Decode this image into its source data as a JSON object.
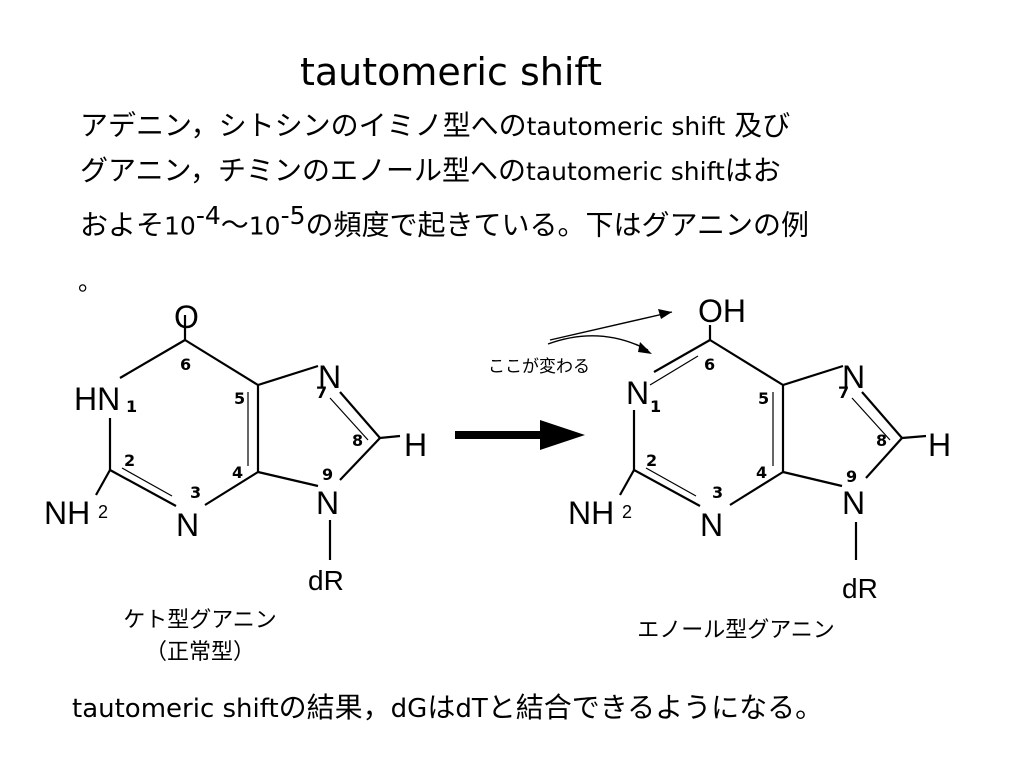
{
  "title": "tautomeric shift",
  "paragraph": {
    "line1_a": "アデニン，シトシンのイミノ型への",
    "line1_b": "tautomeric shift",
    "line1_c": " 及び",
    "line2_a": "グアニン，チミンのエノール型への",
    "line2_b": "tautomeric shift",
    "line2_c": "はお",
    "line3_a": "およそ",
    "line3_b": "10",
    "line3_exp1": "-4",
    "line3_tilde": "～",
    "line3_c": "10",
    "line3_exp2": "-5",
    "line3_d": "の頻度で起きている。下はグアニンの例",
    "line4": "。"
  },
  "left_structure": {
    "atoms": {
      "O": "O",
      "HN": "HN",
      "N7": "N",
      "N3": "N",
      "N9": "N",
      "H": "H",
      "NH2": "NH",
      "NH2_sub": "2",
      "dR": "dR"
    },
    "numbers": {
      "n1": "1",
      "n2": "2",
      "n3": "3",
      "n4": "4",
      "n5": "5",
      "n6": "6",
      "n7": "7",
      "n8": "8",
      "n9": "9"
    },
    "caption_line1": "ケト型グアニン",
    "caption_line2": "（正常型）"
  },
  "right_structure": {
    "atoms": {
      "OH": "OH",
      "N1": "N",
      "N7": "N",
      "N3": "N",
      "N9": "N",
      "H": "H",
      "NH2": "NH",
      "NH2_sub": "2",
      "dR": "dR"
    },
    "numbers": {
      "n1": "1",
      "n2": "2",
      "n3": "3",
      "n4": "4",
      "n5": "5",
      "n6": "6",
      "n7": "7",
      "n8": "8",
      "n9": "9"
    },
    "annotation": "ここが変わる",
    "caption": "エノール型グアニン"
  },
  "conclusion": {
    "a": "tautomeric shift",
    "b": "の結果，",
    "c": "dG",
    "d": "は",
    "e": "dT",
    "f": "と結合できるようになる。"
  }
}
